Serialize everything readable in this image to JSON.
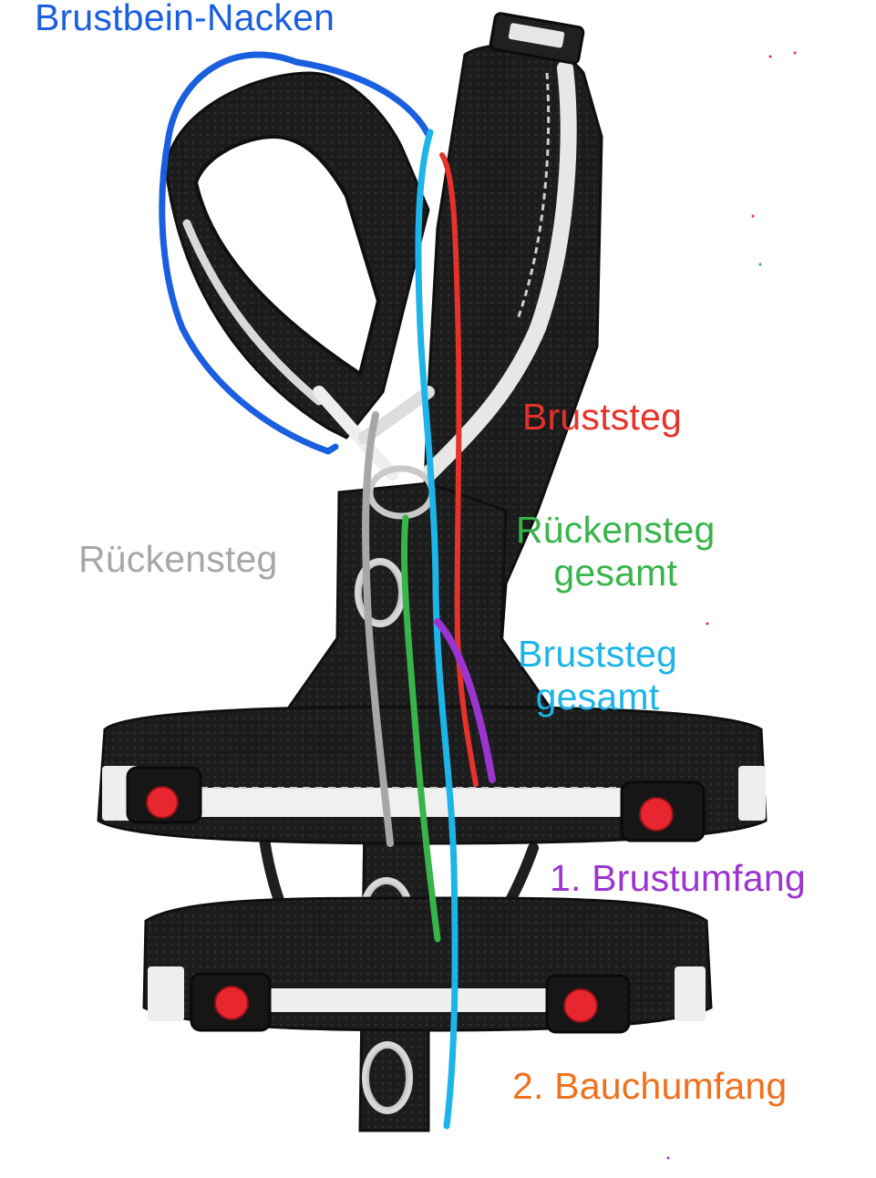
{
  "labels": {
    "brustbein_nacken": "Brustbein-Nacken",
    "bruststeg": "Bruststeg",
    "rueckensteg_gesamt_1": "Rückensteg",
    "rueckensteg_gesamt_2": "gesamt",
    "rueckensteg": "Rückensteg",
    "bruststeg_gesamt_1": "Bruststeg",
    "bruststeg_gesamt_2": "gesamt",
    "brustumfang": "1. Brustumfang",
    "bauchumfang": "2. Bauchumfang"
  },
  "colors": {
    "brustbein_nacken": "#1a5fe0",
    "bruststeg": "#e5322b",
    "rueckensteg_gesamt": "#37b44a",
    "rueckensteg": "#a7a7a7",
    "bruststeg_gesamt": "#1db4e8",
    "brustumfang": "#9b34d0",
    "bauchumfang": "#f0701e",
    "harness_body": "#1e1e1e",
    "reflective_strip": "#eeeeee",
    "release_button": "#e8262f",
    "d_ring": "#c0c0c0"
  }
}
